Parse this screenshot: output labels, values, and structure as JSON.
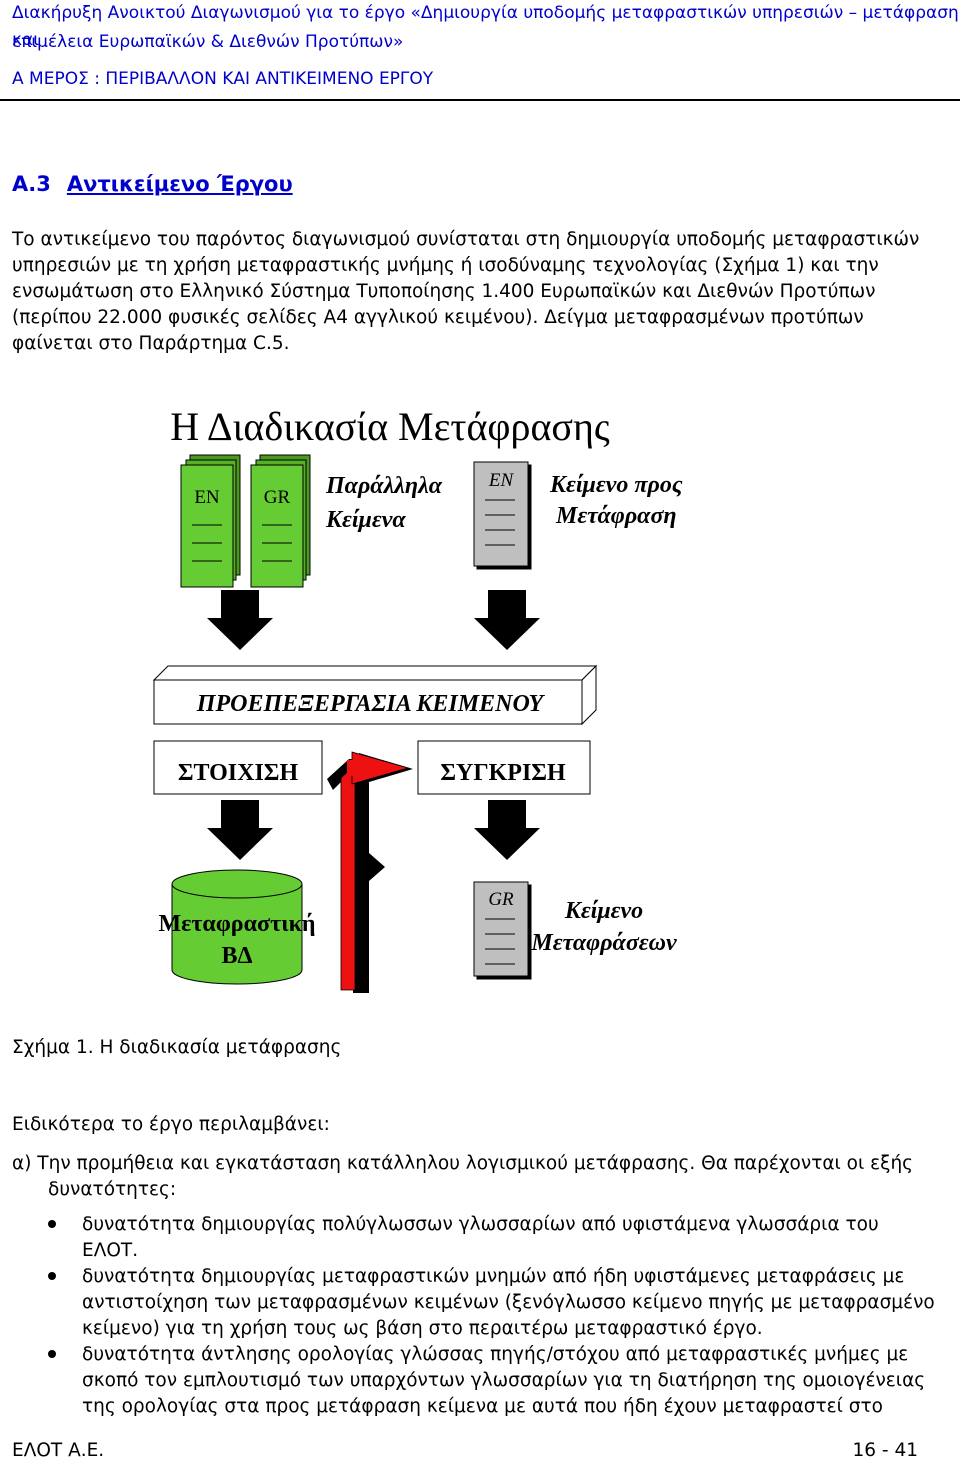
{
  "header": {
    "line1": "Διακήρυξη Ανοικτού Διαγωνισμού για το έργο «Δημιουργία υποδομής μεταφραστικών υπηρεσιών – μετάφραση και",
    "line2": "επιμέλεια Ευρωπαϊκών & Διεθνών Προτύπων»",
    "line3": "Α ΜΕΡΟΣ : ΠΕΡΙΒΑΛΛΟΝ ΚΑΙ ΑΝΤΙΚΕΙΜΕΝΟ ΕΡΓΟΥ"
  },
  "section": {
    "number": "Α.3",
    "title": "Αντικείμενο Έργου"
  },
  "intro": {
    "l1": "Το αντικείμενο του παρόντος διαγωνισμού συνίσταται στη δημιουργία υποδομής μεταφραστικών",
    "l2": "υπηρεσιών με τη χρήση μεταφραστικής μνήμης ή ισοδύναμης τεχνολογίας (Σχήμα 1) και την",
    "l3": "ενσωμάτωση στο Ελληνικό Σύστημα Τυποποίησης 1.400 Ευρωπαϊκών και Διεθνών Προτύπων",
    "l4": "(περίπου 22.000 φυσικές σελίδες Α4 αγγλικού κειμένου). Δείγμα μεταφρασμένων προτύπων",
    "l5": "φαίνεται στο Παράρτημα C.5."
  },
  "diagram": {
    "title": "Η Διαδικασία Μετάφρασης",
    "doc_en": "EN",
    "doc_gr": "GR",
    "parallel_1": "Παράλληλα",
    "parallel_2": "Κείμενα",
    "source_doc": "EN",
    "source_1": "Κείμενο προς",
    "source_2": "Μετάφραση",
    "preprocessing": "ΠΡΟΕΠΕΞΕΡΓΑΣΙΑ ΚΕΙΜΕΝΟΥ",
    "alignment": "ΣΤΟΙΧΙΣΗ",
    "comparison": "ΣΥΓΚΡΙΣΗ",
    "db_1": "Μεταφραστική",
    "db_2": "ΒΔ",
    "target_doc": "GR",
    "target_1": "Κείμενο",
    "target_2": "Μεταφράσεων",
    "colors": {
      "green": "#66cc33",
      "grey": "#bfbfbf",
      "red": "#ee1111",
      "black": "#000000"
    }
  },
  "caption": "Σχήμα 1. Η διαδικασία μετάφρασης",
  "scope_intro": "Ειδικότερα το έργο περιλαμβάνει:",
  "item_a": {
    "l1": "α) Την προμήθεια και εγκατάσταση κατάλληλου λογισμικού μετάφρασης. Θα παρέχονται οι εξής",
    "l2": "δυνατότητες:"
  },
  "bullets": [
    {
      "l1": "δυνατότητα δημιουργίας πολύγλωσσων γλωσσαρίων από υφιστάμενα γλωσσάρια του",
      "l2": "ΕΛΟΤ.",
      "l3": ""
    },
    {
      "l1": "δυνατότητα δημιουργίας μεταφραστικών μνημών από ήδη υφιστάμενες μεταφράσεις με",
      "l2": "αντιστοίχηση των μεταφρασμένων κειμένων (ξενόγλωσσο κείμενο πηγής με μεταφρασμένο",
      "l3": "κείμενο) για τη χρήση τους ως βάση στο περαιτέρω μεταφραστικό έργο."
    },
    {
      "l1": "δυνατότητα άντλησης ορολογίας γλώσσας πηγής/στόχου από μεταφραστικές μνήμες με",
      "l2": "σκοπό τον εμπλουτισμό των υπαρχόντων γλωσσαρίων για τη διατήρηση της ομοιογένειας",
      "l3": "της ορολογίας στα προς μετάφραση κείμενα με αυτά που ήδη έχουν μεταφραστεί στο"
    }
  ],
  "footer": {
    "left": "ΕΛΟΤ Α.Ε.",
    "right": "16 - 41"
  }
}
